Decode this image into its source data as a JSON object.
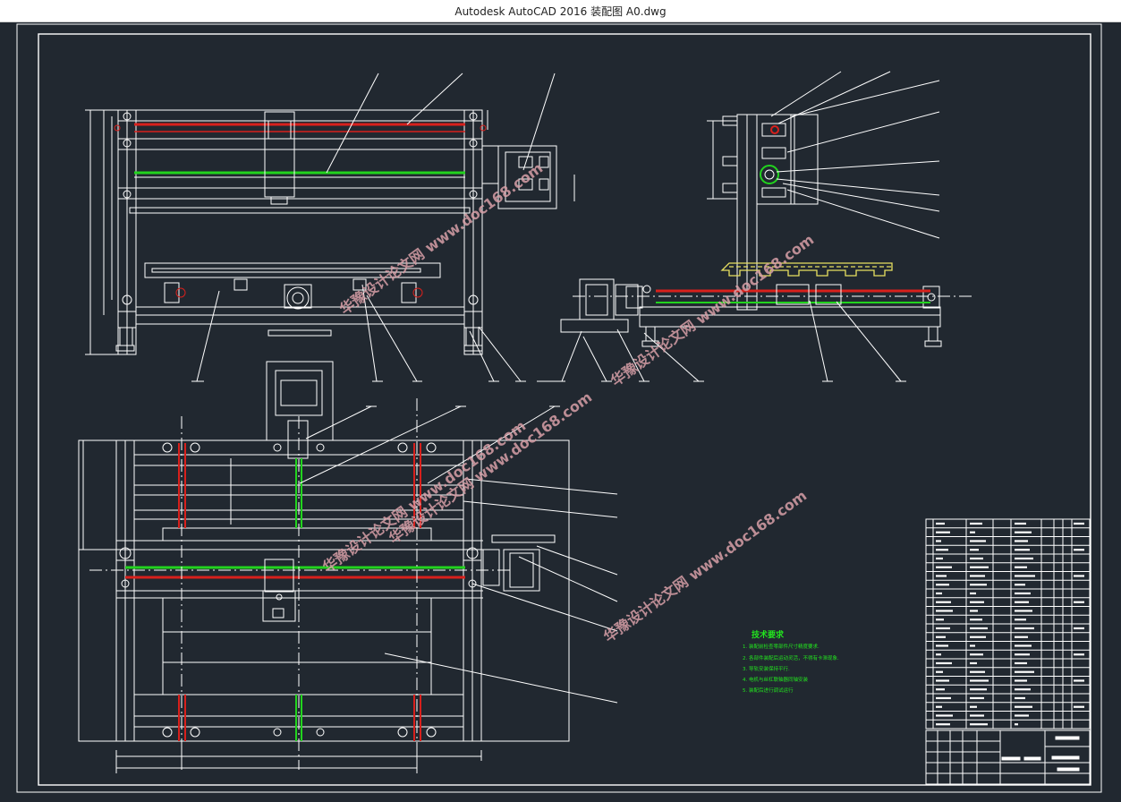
{
  "window": {
    "title": "Autodesk AutoCAD 2016     装配图 A0.dwg"
  },
  "drawing": {
    "tech_requirements": {
      "title": "技术要求",
      "items": [
        "1. 装配前检查零部件尺寸精度要求.",
        "2. 各部件装配后运动灵活，不得有卡滞现象.",
        "3. 导轨安装保持平行.",
        "4. 电机与丝杠联轴器同轴安装",
        "5. 装配后进行调试运行"
      ]
    },
    "watermarks": [
      "华豫设计论文网 www.doc168.com",
      "华豫设计论文网 www.doc168.com",
      "华豫设计论文网 www.doc168.com",
      "华豫设计论文网 www.doc168.com",
      "华豫设计论文网 www.doc168.com"
    ]
  },
  "colors": {
    "background": "#212830",
    "line": "#ffffff",
    "red": "#d8201c",
    "green": "#22d31e",
    "yellow": "#e8e060",
    "watermark": "#d8a0a8",
    "tech_text": "#22e61e"
  }
}
